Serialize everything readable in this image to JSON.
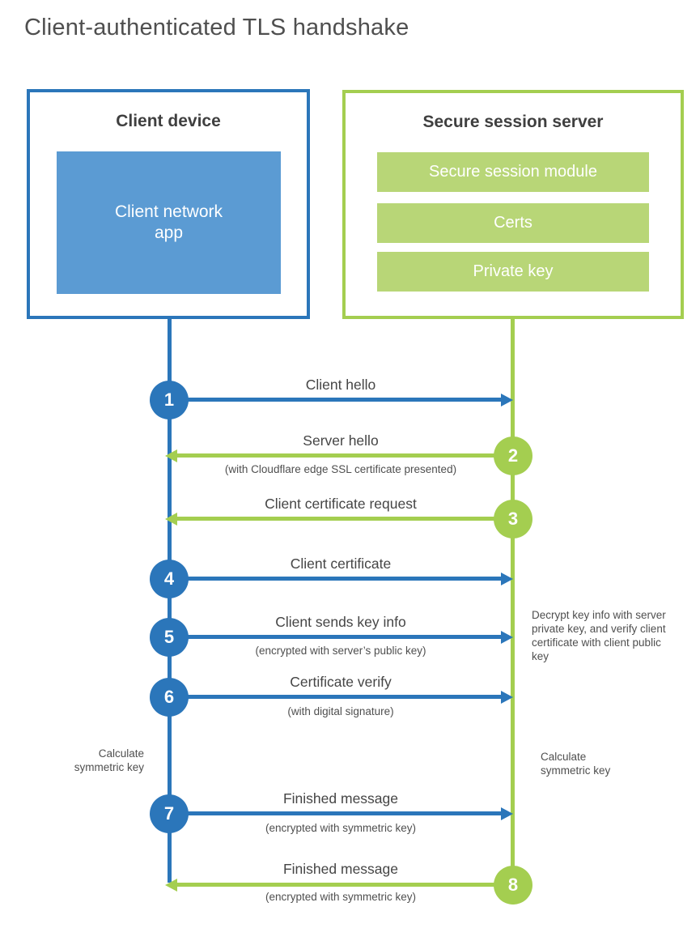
{
  "title": "Client-authenticated TLS handshake",
  "colors": {
    "blue": "#2b76ba",
    "blue_fill": "#5b9bd3",
    "green": "#a4ce50",
    "green_fill": "#b8d677"
  },
  "client_box": {
    "title": "Client device",
    "app_label": "Client network app"
  },
  "server_box": {
    "title": "Secure session server",
    "modules": [
      "Secure session module",
      "Certs",
      "Private key"
    ]
  },
  "steps": [
    {
      "number": "1",
      "from": "client",
      "to": "server",
      "label": "Client hello",
      "sublabel": ""
    },
    {
      "number": "2",
      "from": "server",
      "to": "client",
      "label": "Server hello",
      "sublabel": "(with Cloudflare edge SSL certificate presented)"
    },
    {
      "number": "3",
      "from": "server",
      "to": "client",
      "label": "Client certificate request",
      "sublabel": ""
    },
    {
      "number": "4",
      "from": "client",
      "to": "server",
      "label": "Client certificate",
      "sublabel": ""
    },
    {
      "number": "5",
      "from": "client",
      "to": "server",
      "label": "Client sends key info",
      "sublabel": "(encrypted with server’s public key)"
    },
    {
      "number": "6",
      "from": "client",
      "to": "server",
      "label": "Certificate verify",
      "sublabel": "(with digital signature)"
    },
    {
      "number": "7",
      "from": "client",
      "to": "server",
      "label": "Finished message",
      "sublabel": "(encrypted with symmetric key)"
    },
    {
      "number": "8",
      "from": "server",
      "to": "client",
      "label": "Finished message",
      "sublabel": "(encrypted with symmetric key)"
    }
  ],
  "notes": {
    "decrypt_note": "Decrypt key info with server private key, and verify client certificate with client public key",
    "calculate_left": "Calculate symmetric key",
    "calculate_right": "Calculate symmetric key"
  }
}
